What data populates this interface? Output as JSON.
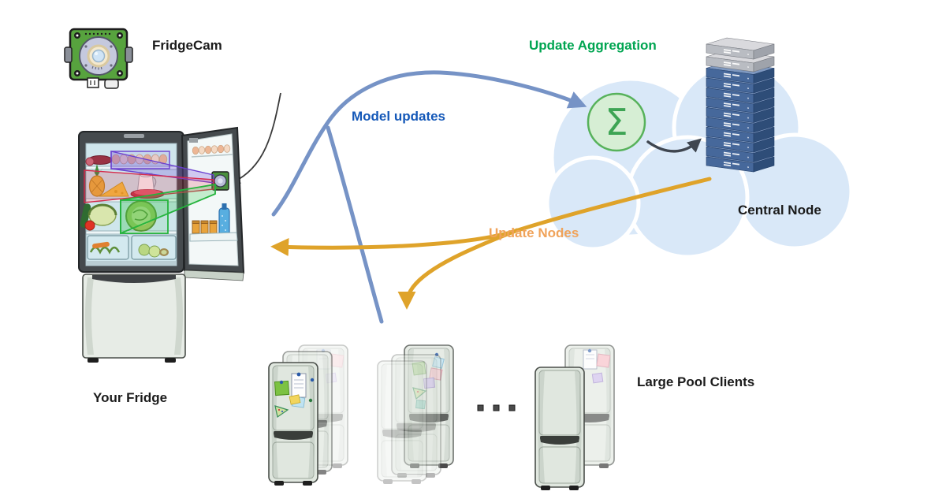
{
  "labels": {
    "fridgecam": "FridgeCam",
    "model_updates": "Model updates",
    "update_aggregation": "Update Aggregation",
    "update_nodes": "Update Nodes",
    "central_node": "Central Node",
    "your_fridge": "Your Fridge",
    "large_pool_clients": "Large Pool Clients"
  },
  "icons": {
    "sigma": "Σ",
    "fridgecam": "camera-circuit-board-icon",
    "central_node": "server-rack-stack-icon",
    "your_fridge": "open-fridge-with-detection-boxes",
    "client_pool": "closed-fridge-clusters"
  },
  "colors": {
    "background": "#ffffff",
    "blue_arrow": "#7693c6",
    "yellow_arrow": "#dfa32a",
    "dark_arrow": "#3f4650",
    "black_arrow": "#3a3a3a",
    "model_updates_text": "#1458b8",
    "update_aggregation_text": "#00a551",
    "update_nodes_text": "#f0a35a",
    "black_text": "#1b1b1b",
    "cloud_fill": "#d9e8f8",
    "sigma_fill": "#d6eed4",
    "sigma_stroke": "#57b25b",
    "server_blue_front": "#46689b",
    "server_blue_side": "#2e4d78",
    "server_gray_front": "#b9bcc2",
    "fridge_body": "#e0e7df",
    "detection_purple": "#6a3fd0",
    "detection_red": "#d5294a",
    "detection_green": "#24b33c"
  },
  "edges": [
    {
      "from": "your-fridge",
      "to": "update-aggregation-sigma",
      "label": "Model updates",
      "color": "blue"
    },
    {
      "from": "large-pool-clients",
      "to": "update-aggregation-sigma",
      "label": "Model updates",
      "color": "blue"
    },
    {
      "from": "update-aggregation-sigma",
      "to": "central-node",
      "label": "",
      "color": "dark"
    },
    {
      "from": "central-node",
      "to": "your-fridge",
      "label": "Update Nodes",
      "color": "yellow"
    },
    {
      "from": "central-node",
      "to": "large-pool-clients",
      "label": "Update Nodes",
      "color": "yellow"
    },
    {
      "from": "fridgecam",
      "to": "your-fridge-camera",
      "label": "",
      "color": "black"
    }
  ]
}
